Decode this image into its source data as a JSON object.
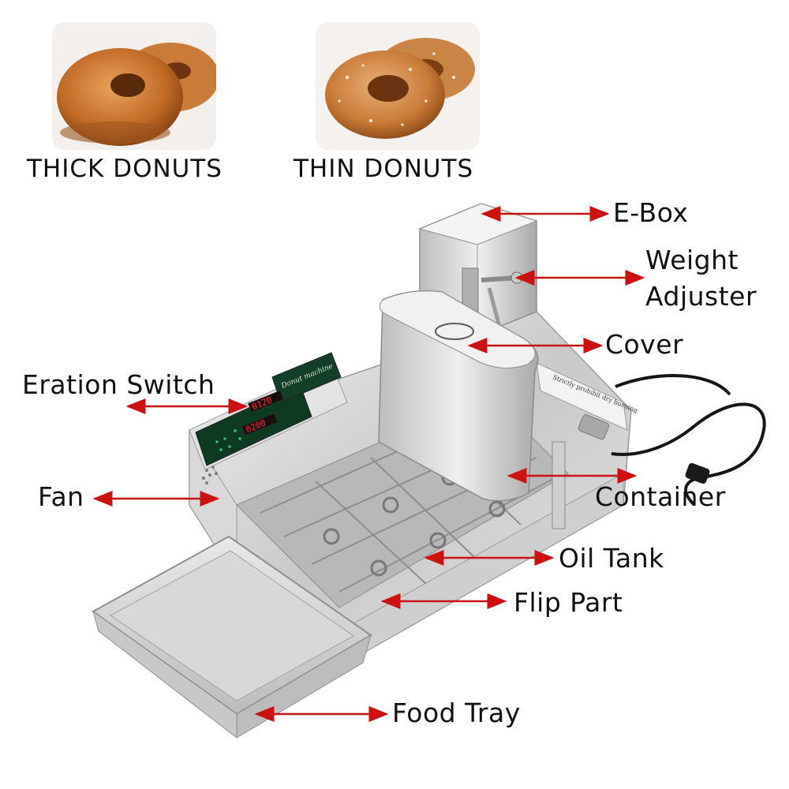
{
  "donut_photos": [
    {
      "caption": "THICK DONUTS"
    },
    {
      "caption": "THIN DONUTS"
    }
  ],
  "display": {
    "top_readout": "0120",
    "bottom_readout": "0200",
    "panel_brand": "Donut machine",
    "side_sticker": "Strictly prohibit dry burning"
  },
  "callouts": {
    "ebox": "E-Box",
    "weight_line1": "Weight",
    "weight_line2": "Adjuster",
    "cover": "Cover",
    "eration_switch": "Eration Switch",
    "fan": "Fan",
    "container": "Container",
    "oil_tank": "Oil Tank",
    "flip_part": "Flip Part",
    "food_tray": "Food Tray"
  },
  "colors": {
    "arrow": "#cc1111",
    "led": "#ff2a2a",
    "panel": "#0d3b22"
  }
}
